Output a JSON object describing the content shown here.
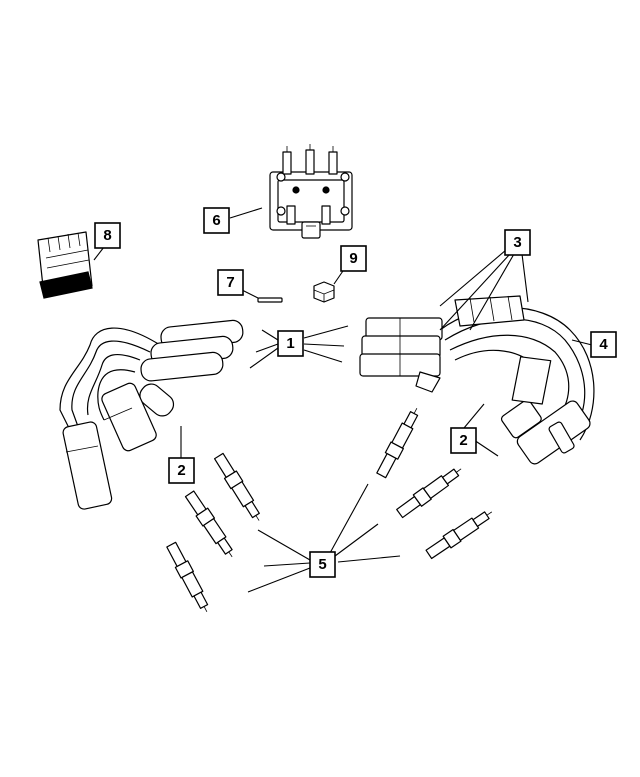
{
  "diagram": {
    "callouts": [
      {
        "id": "c1",
        "label": "1"
      },
      {
        "id": "c2a",
        "label": "2"
      },
      {
        "id": "c2b",
        "label": "2"
      },
      {
        "id": "c3",
        "label": "3"
      },
      {
        "id": "c4",
        "label": "4"
      },
      {
        "id": "c5",
        "label": "5"
      },
      {
        "id": "c6",
        "label": "6"
      },
      {
        "id": "c7",
        "label": "7"
      },
      {
        "id": "c8",
        "label": "8"
      },
      {
        "id": "c9",
        "label": "9"
      }
    ]
  }
}
